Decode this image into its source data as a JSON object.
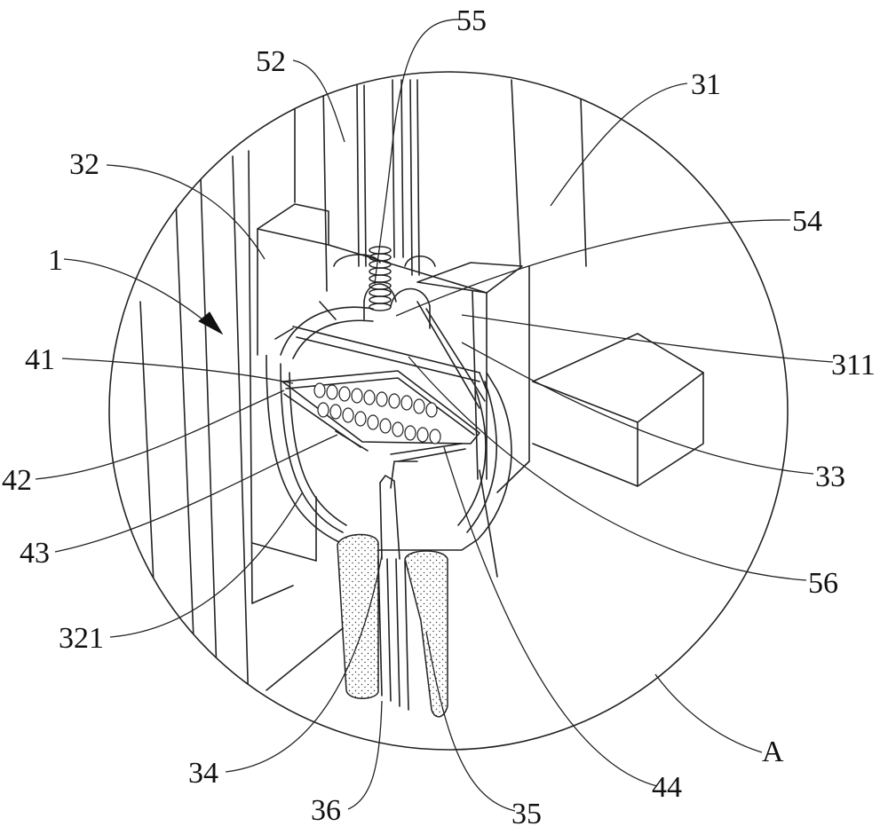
{
  "diagram": {
    "colors": {
      "ink": "#222222",
      "leader": "#222222",
      "background": "#ffffff"
    },
    "labels": [
      {
        "id": "l-55",
        "text": "55"
      },
      {
        "id": "l-52",
        "text": "52"
      },
      {
        "id": "l-31",
        "text": "31"
      },
      {
        "id": "l-32",
        "text": "32"
      },
      {
        "id": "l-54",
        "text": "54"
      },
      {
        "id": "l-1",
        "text": "1"
      },
      {
        "id": "l-311",
        "text": "311"
      },
      {
        "id": "l-41",
        "text": "41"
      },
      {
        "id": "l-42",
        "text": "42"
      },
      {
        "id": "l-33",
        "text": "33"
      },
      {
        "id": "l-43",
        "text": "43"
      },
      {
        "id": "l-56",
        "text": "56"
      },
      {
        "id": "l-321",
        "text": "321"
      },
      {
        "id": "l-A",
        "text": "A"
      },
      {
        "id": "l-34",
        "text": "34"
      },
      {
        "id": "l-44",
        "text": "44"
      },
      {
        "id": "l-36",
        "text": "36"
      },
      {
        "id": "l-35",
        "text": "35"
      }
    ]
  }
}
